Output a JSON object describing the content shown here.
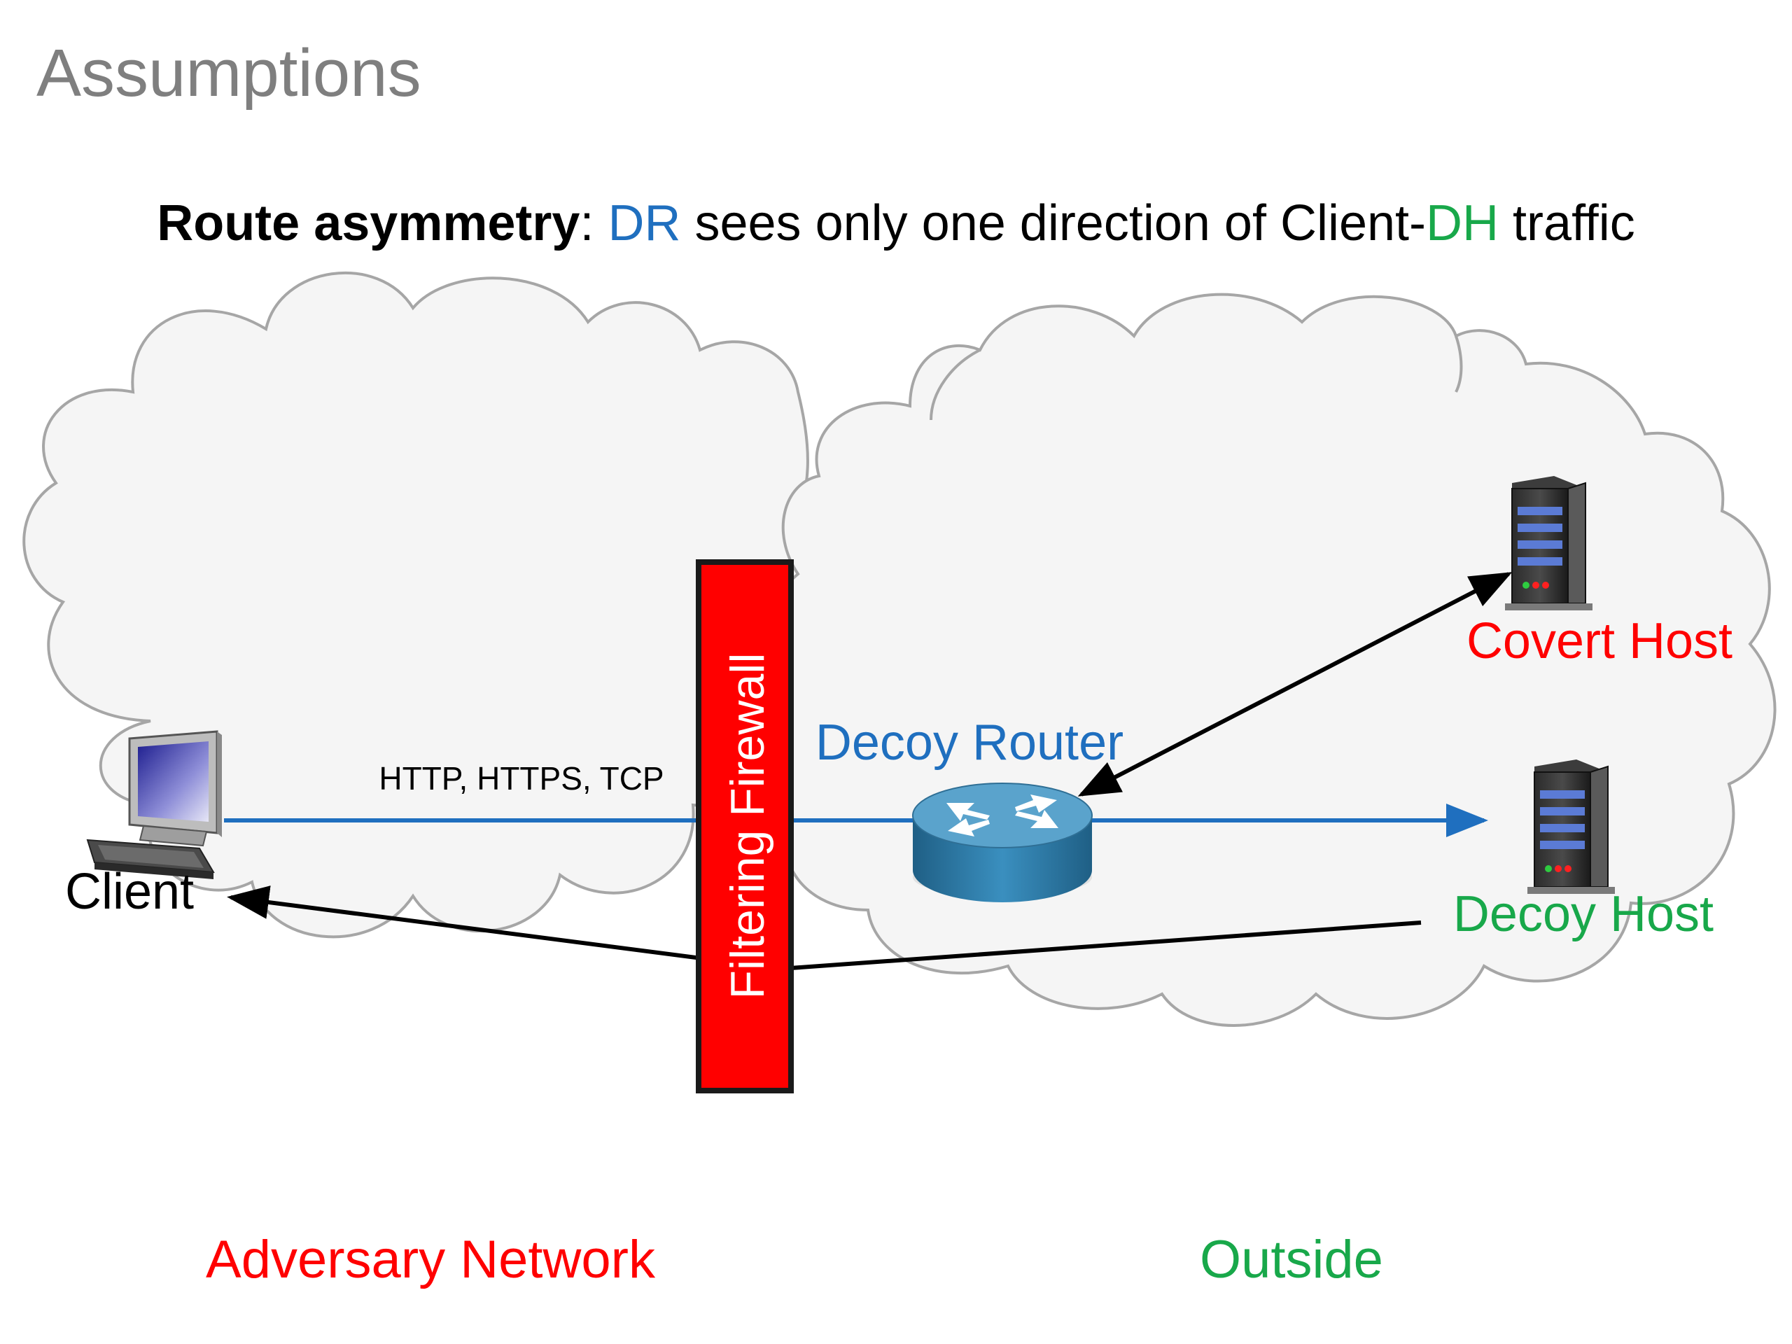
{
  "slide": {
    "title": "Assumptions",
    "subtitle": {
      "bold": "Route asymmetry",
      "sep": ":  ",
      "dr": "DR",
      "mid": " sees only one direction of Client-",
      "dh": "DH",
      "end": " traffic"
    }
  },
  "diagram": {
    "client_label": "Client",
    "protocols_label": "HTTP, HTTPS, TCP",
    "firewall_label": "Filtering Firewall",
    "decoy_router_label": "Decoy Router",
    "covert_host_label": "Covert Host",
    "decoy_host_label": "Decoy Host",
    "adversary_label": "Adversary Network",
    "outside_label": "Outside"
  },
  "colors": {
    "blue": "#1f6fbf",
    "red": "#ff0000",
    "green": "#18a84a",
    "cloud_fill": "#f5f5f5",
    "cloud_stroke": "#a6a6a6"
  },
  "icons": [
    "computer-icon",
    "router-icon",
    "server-icon"
  ]
}
